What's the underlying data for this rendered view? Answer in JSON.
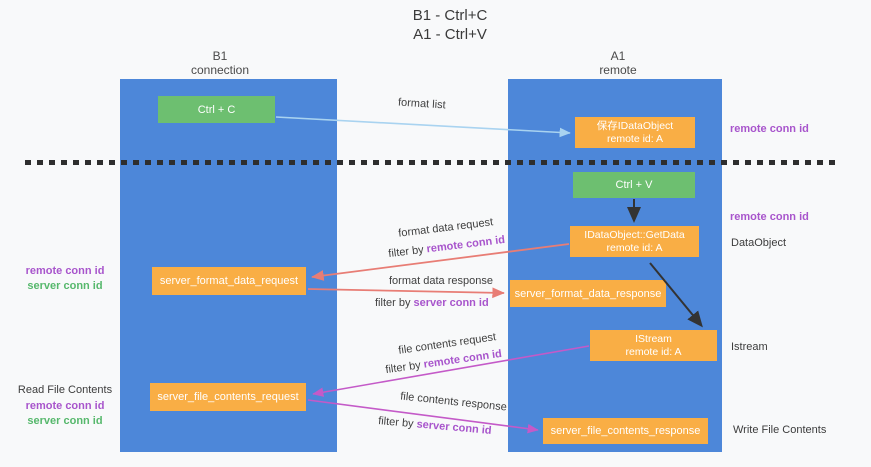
{
  "title": {
    "line1": "B1 - Ctrl+C",
    "line2": "A1 - Ctrl+V"
  },
  "columns": {
    "left": {
      "name": "B1",
      "subtitle": "connection"
    },
    "right": {
      "name": "A1",
      "subtitle": "remote"
    }
  },
  "nodes": {
    "ctrl_c": "Ctrl + C",
    "ctrl_v": "Ctrl + V",
    "save_idataobject": {
      "line1": "保存IDataObject",
      "line2": "remote id: A"
    },
    "idataobject_getdata": {
      "line1": "IDataObject::GetData",
      "line2": "remote id: A"
    },
    "istream_node": {
      "line1": "IStream",
      "line2": "remote id: A"
    },
    "server_format_data_request": "server_format_data_request",
    "server_format_data_response": "server_format_data_response",
    "server_file_contents_request": "server_file_contents_request",
    "server_file_contents_response": "server_file_contents_response"
  },
  "conn_ids": {
    "remote": "remote conn id",
    "server": "server conn id"
  },
  "side_labels": {
    "dataobject": "DataObject",
    "istream": "Istream",
    "read_file_contents": "Read File Contents",
    "write_file_contents": "Write File Contents"
  },
  "edge_labels": {
    "format_list": "format list",
    "format_data_request": "format data request",
    "format_data_response": "format data response",
    "file_contents_request": "file contents request",
    "file_contents_response": "file contents response",
    "filter_by": "filter by "
  },
  "colors": {
    "background": "#f8f9fa",
    "lane_blue": "#4d87d9",
    "node_orange": "#f9ae45",
    "node_green": "#6dbf70",
    "arrow_light_blue": "#a9d3f0",
    "arrow_red": "#e87d75",
    "arrow_magenta": "#c45ac8",
    "arrow_black": "#333333",
    "conn_id_purple": "#a855cc",
    "conn_id_green": "#56b86c",
    "dashed_line": "#2e2e2e"
  }
}
